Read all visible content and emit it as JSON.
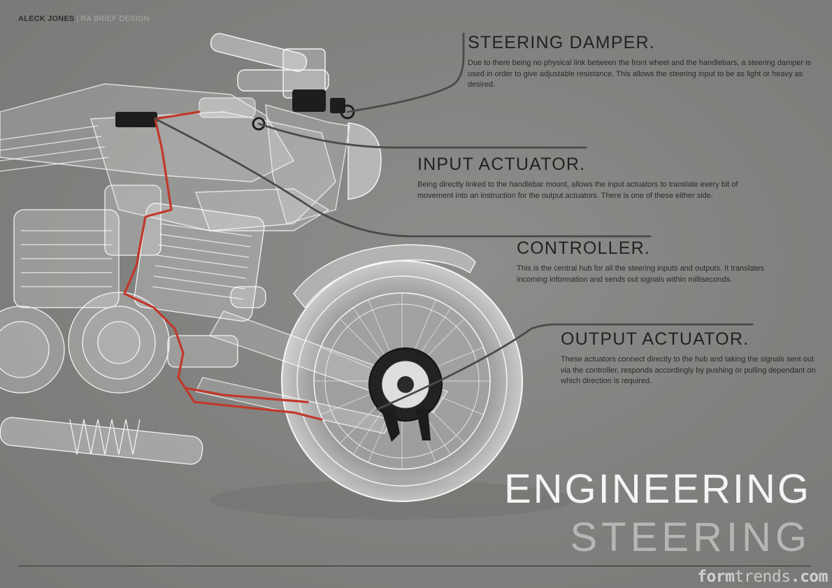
{
  "header": {
    "author": "ALECK JONES",
    "separator": "|",
    "project": "RA BRIEF DESIGN"
  },
  "callouts": [
    {
      "title": "STEERING DAMPER.",
      "body": "Due to there being no physical link between the front wheel and the handlebars, a steering damper is used in order to give adjustable resistance. This allows the steering input to be as light or heavy as desired."
    },
    {
      "title": "INPUT ACTUATOR.",
      "body": "Being directly linked to the handlebar mount, allows the input actuators to translate every bit of movement into an instruction for the output actuators. There is one of these either side."
    },
    {
      "title": "CONTROLLER.",
      "body": "This is the central hub for all the steering inputs and outputs. It translates incoming information and sends out signals within milliseconds."
    },
    {
      "title": "OUTPUT ACTUATOR.",
      "body": "These actuators connect directly to the hub and taking the signals sent out via the controller, responds accordingly by pushing or pulling dependant on which direction is required."
    }
  ],
  "title": {
    "main": "ENGINEERING",
    "sub": "STEERING"
  },
  "watermark": {
    "part1": "form",
    "part2": "trends",
    "part3": ".com"
  },
  "colors": {
    "background": "#828380",
    "accent_wire": "#c0392b",
    "leader_line": "#4a4a4a"
  }
}
